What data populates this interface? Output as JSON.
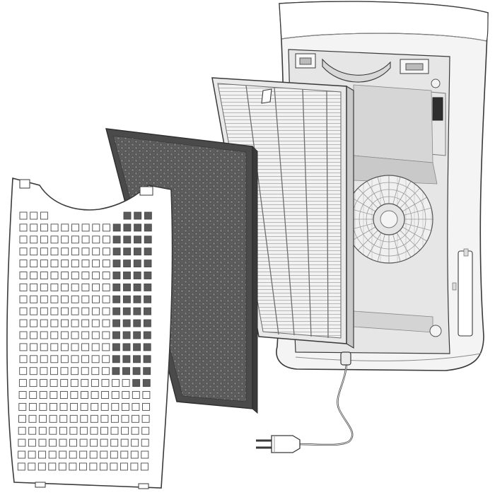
{
  "diagram": {
    "parts": [
      {
        "id": "front-panel",
        "kind": "perforated-grille"
      },
      {
        "id": "deodorizing-filter",
        "kind": "honeycomb-carbon"
      },
      {
        "id": "hepa-filter",
        "kind": "pleated"
      },
      {
        "id": "purifier-body",
        "kind": "housing-with-fan"
      },
      {
        "id": "power-cord",
        "kind": "cable-with-plug"
      }
    ],
    "colors": {
      "outline": "#3a3a3a",
      "body_fill": "#f4f4f4",
      "panel_fill": "#ffffff",
      "carbon_fill": "#5e5e5e",
      "carbon_frame": "#4a4a4a",
      "hepa_fill": "#f1f1f1",
      "shadow_grey": "#8a8a8a",
      "inner_grey": "#dcdcdc"
    }
  }
}
